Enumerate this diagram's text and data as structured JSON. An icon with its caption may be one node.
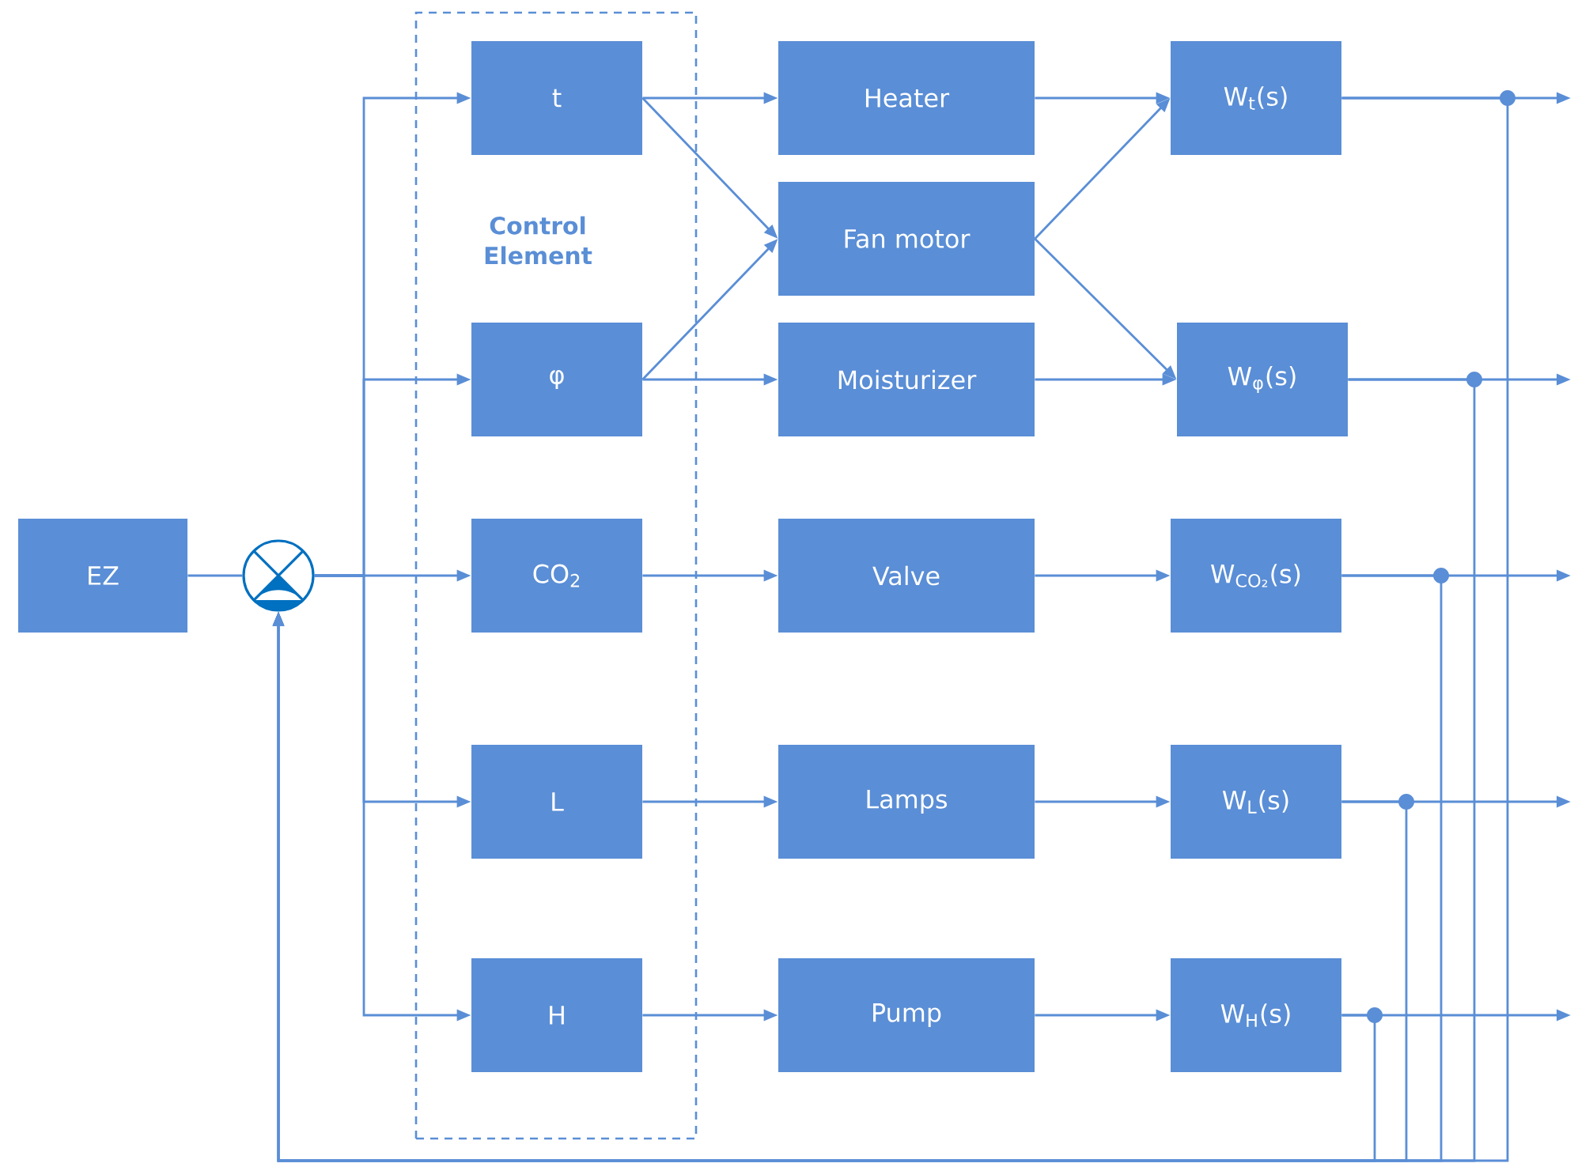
{
  "diagram": {
    "nodes": [
      {
        "text": [
          "EZ"
        ]
      },
      {
        "text": [],
        "shape": "circle"
      },
      {
        "text": [
          "Control Element"
        ]
      },
      {
        "text": [
          "t"
        ],
        "in": 2
      },
      {
        "text": [
          "φ"
        ],
        "in": 2
      },
      {
        "text": [
          "CO$_{2}$"
        ],
        "in": 2
      },
      {
        "text": [
          "L"
        ],
        "in": 2
      },
      {
        "text": [
          "H"
        ],
        "in": 2
      },
      {
        "text": [
          "Heater"
        ]
      },
      {
        "text": [
          "Fan motor"
        ]
      },
      {
        "text": [
          "Moisturizer"
        ]
      },
      {
        "text": [
          "Valve"
        ]
      },
      {
        "text": [
          "Lamps"
        ]
      },
      {
        "text": [
          "Pump"
        ]
      },
      {
        "text": [
          "W$_{t}$(s)"
        ]
      },
      {
        "text": [
          "W$_{φ}$(s)"
        ]
      },
      {
        "text": [
          "W$_{CO₂}$(s)"
        ]
      },
      {
        "text": [
          "W$_{L}$(s)"
        ]
      },
      {
        "text": [
          "W$_{H}$(s)"
        ]
      }
    ],
    "edges": [
      {
        "from": 0,
        "to": 1,
        "arrow": "none"
      },
      {
        "from": 1,
        "to": 3,
        "arrow": "to"
      },
      {
        "from": 1,
        "to": 4,
        "arrow": "to"
      },
      {
        "from": 1,
        "to": 5,
        "arrow": "to"
      },
      {
        "from": 1,
        "to": 6,
        "arrow": "to"
      },
      {
        "from": 1,
        "to": 7,
        "arrow": "to"
      },
      {
        "from": 3,
        "to": 8,
        "arrow": "to"
      },
      {
        "from": 3,
        "to": 9,
        "arrow": "to"
      },
      {
        "from": 4,
        "to": 9,
        "arrow": "to"
      },
      {
        "from": 4,
        "to": 10,
        "arrow": "to"
      },
      {
        "from": 5,
        "to": 11,
        "arrow": "to"
      },
      {
        "from": 6,
        "to": 12,
        "arrow": "to"
      },
      {
        "from": 7,
        "to": 13,
        "arrow": "to"
      },
      {
        "from": 8,
        "to": 14,
        "arrow": "to"
      },
      {
        "from": 9,
        "to": 14,
        "arrow": "to"
      },
      {
        "from": 9,
        "to": 15,
        "arrow": "to"
      },
      {
        "from": 10,
        "to": 15,
        "arrow": "to"
      },
      {
        "from": 11,
        "to": 16,
        "arrow": "to"
      },
      {
        "from": 12,
        "to": 17,
        "arrow": "to"
      },
      {
        "from": 13,
        "to": 18,
        "arrow": "to"
      },
      {
        "from": 14,
        "to": null,
        "arrow": "to"
      },
      {
        "from": 15,
        "to": null,
        "arrow": "to"
      },
      {
        "from": 16,
        "to": null,
        "arrow": "to"
      },
      {
        "from": 17,
        "to": null,
        "arrow": "to"
      },
      {
        "from": 18,
        "to": null,
        "arrow": "to"
      },
      {
        "from": 14,
        "to": 1,
        "arrow": "to"
      },
      {
        "from": 15,
        "to": 1,
        "arrow": "to"
      },
      {
        "from": 16,
        "to": 1,
        "arrow": "to"
      },
      {
        "from": 17,
        "to": 1,
        "arrow": "to"
      },
      {
        "from": 18,
        "to": 1,
        "arrow": "to"
      }
    ]
  }
}
